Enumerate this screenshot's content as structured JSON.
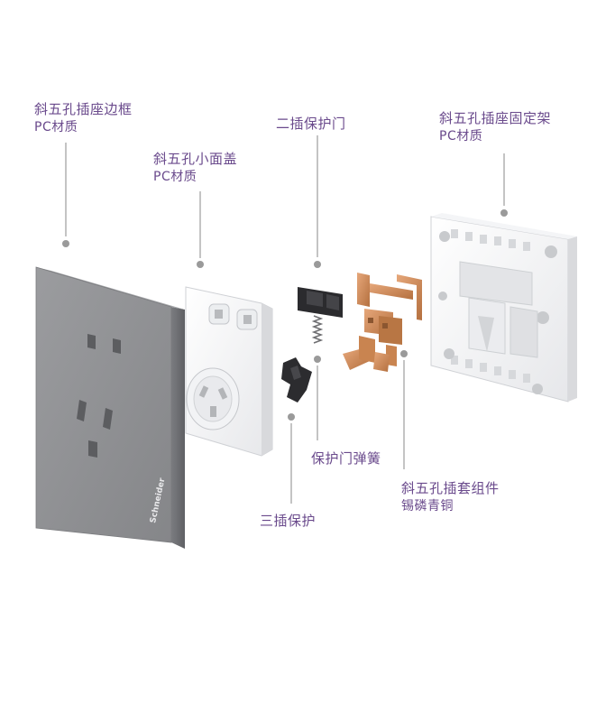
{
  "labels": {
    "frame": {
      "title": "斜五孔插座边框",
      "material": "PC材质"
    },
    "small_cover": {
      "title": "斜五孔小面盖",
      "material": "PC材质"
    },
    "two_pin_door": {
      "title": "二插保护门"
    },
    "mount_bracket": {
      "title": "斜五孔插座固定架",
      "material": "PC材质"
    },
    "door_spring": {
      "title": "保护门弹簧"
    },
    "sleeve_assembly": {
      "title": "斜五孔插套组件",
      "material": "锡磷青铜"
    },
    "three_pin_protect": {
      "title": "三插保护"
    }
  },
  "brand": "Schneider",
  "colors": {
    "label_text": "#6a4a8c",
    "panel_gray": "#8e8f92",
    "copper": "#c8865a"
  }
}
